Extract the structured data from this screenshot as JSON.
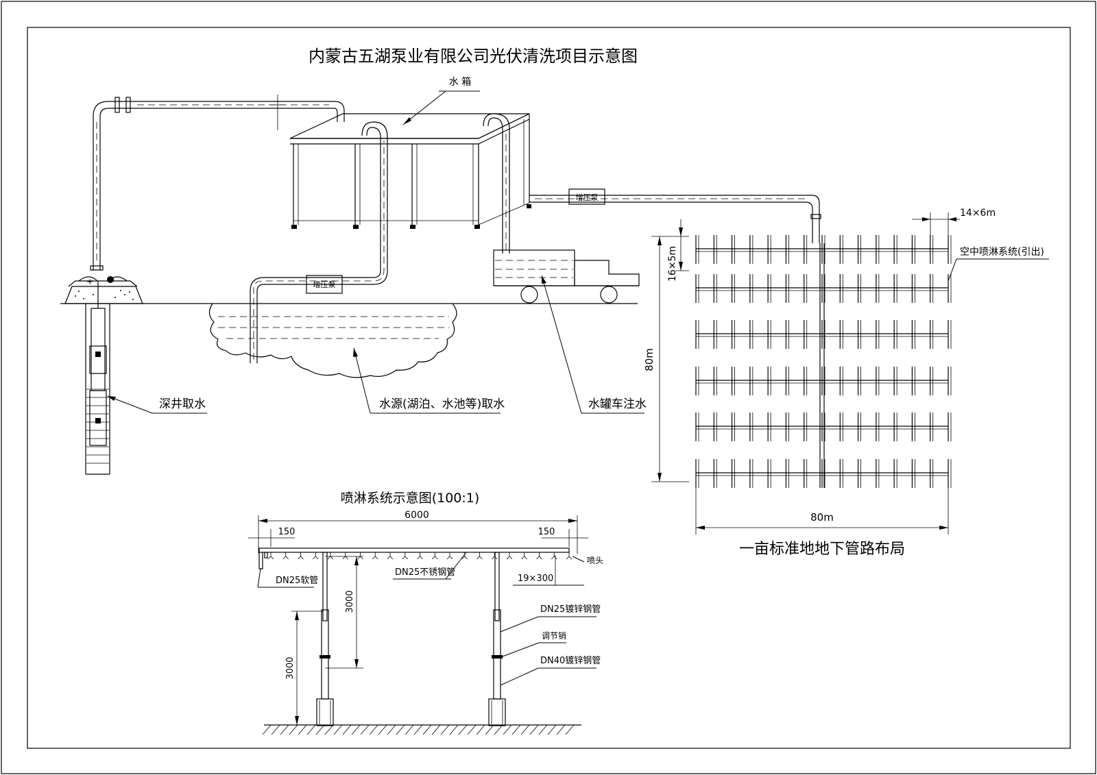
{
  "labels": {
    "main_title": "内蒙古五湖泵业有限公司光伏清洗项目示意图",
    "water_tank": "水 箱",
    "booster_pump_top": "增压泵",
    "booster_pump_low": "增压泵",
    "deep_well": "深井取水",
    "water_source": "水源(湖泊、水池等)取水",
    "tanker_truck": "水罐车注水",
    "spray_section_title": "喷淋系统示意图(100:1)",
    "dn25_hose": "DN25软管",
    "dn25_stainless": "DN25不锈钢管",
    "nozzle": "喷头",
    "dn25_galv": "DN25镀锌钢管",
    "adjust_pin": "调节销",
    "dn40_galv": "DN40镀锌钢管",
    "aerial_spray": "空中喷淋系统(引出)",
    "grid_title": "一亩标准地地下管路布局"
  },
  "dimensions": {
    "spray_total": "6000",
    "spray_left": "150",
    "spray_right": "150",
    "spray_height_upper": "3000",
    "spray_height_lower": "3000",
    "nozzle_spacing": "19×300",
    "grid_branch": "14×6m",
    "grid_rows": "16×5m",
    "grid_height": "80m",
    "grid_width": "80m"
  }
}
